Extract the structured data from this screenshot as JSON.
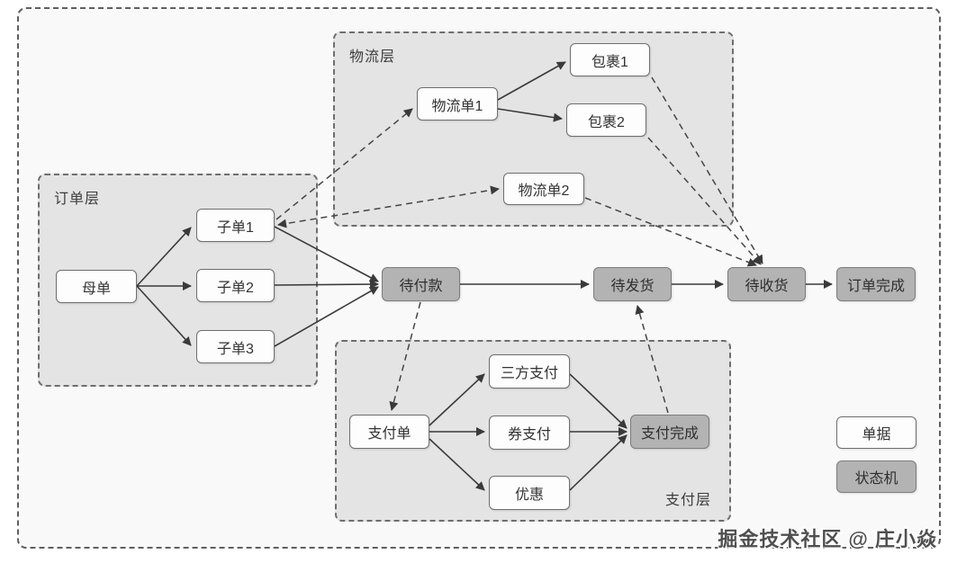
{
  "groups": {
    "logistics": {
      "label": "物流层"
    },
    "order": {
      "label": "订单层"
    },
    "payment": {
      "label": "支付层"
    }
  },
  "nodes": {
    "muda": {
      "label": "母单",
      "type": "document"
    },
    "zidan1": {
      "label": "子单1",
      "type": "document"
    },
    "zidan2": {
      "label": "子单2",
      "type": "document"
    },
    "zidan3": {
      "label": "子单3",
      "type": "document"
    },
    "wuliudan1": {
      "label": "物流单1",
      "type": "document"
    },
    "wuliudan2": {
      "label": "物流单2",
      "type": "document"
    },
    "baoguo1": {
      "label": "包裹1",
      "type": "document"
    },
    "baoguo2": {
      "label": "包裹2",
      "type": "document"
    },
    "daifukuan": {
      "label": "待付款",
      "type": "state"
    },
    "daifahuo": {
      "label": "待发货",
      "type": "state"
    },
    "daishouhuo": {
      "label": "待收货",
      "type": "state"
    },
    "dingdanwancheng": {
      "label": "订单完成",
      "type": "state"
    },
    "zhifudan": {
      "label": "支付单",
      "type": "document"
    },
    "sanfangzhifu": {
      "label": "三方支付",
      "type": "document"
    },
    "quanzhifu": {
      "label": "券支付",
      "type": "document"
    },
    "youhui": {
      "label": "优惠",
      "type": "document"
    },
    "zhifuwancheng": {
      "label": "支付完成",
      "type": "state"
    }
  },
  "legend": {
    "document_label": "单据",
    "state_label": "状态机"
  },
  "watermark": "掘金技术社区 @ 庄小焱",
  "colors": {
    "doc_fill": "#fdfdfd",
    "state_fill": "#b3b3b3",
    "group_fill": "#e4e4e4",
    "border": "#6e6e6e",
    "arrow": "#3a3a3a"
  }
}
